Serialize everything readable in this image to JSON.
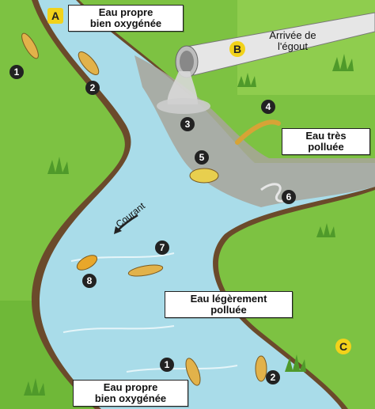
{
  "labels": {
    "a_top": "Eau propre\nbien oxygénée",
    "b_egout": "Arrivée de\nl'égout",
    "tres_polluee": "Eau très\npolluée",
    "legerement_polluee": "Eau légèrement\npolluée",
    "c_bottom": "Eau propre\nbien oxygénée",
    "courant": "Courant"
  },
  "letters": {
    "a": "A",
    "b": "B",
    "c": "C"
  },
  "numbers": {
    "n1_top": "1",
    "n2_top": "2",
    "n3": "3",
    "n4": "4",
    "n5": "5",
    "n6": "6",
    "n7": "7",
    "n8": "8",
    "n1_bottom": "1",
    "n2_bottom": "2"
  },
  "colors": {
    "grass": "#7dc242",
    "grass_dark": "#4f9a2a",
    "water": "#a9dce9",
    "water_dark": "#6fb8cf",
    "polluted": "#a8a49a",
    "bank": "#6b4a2b",
    "badge_yellow": "#f2d21a"
  }
}
